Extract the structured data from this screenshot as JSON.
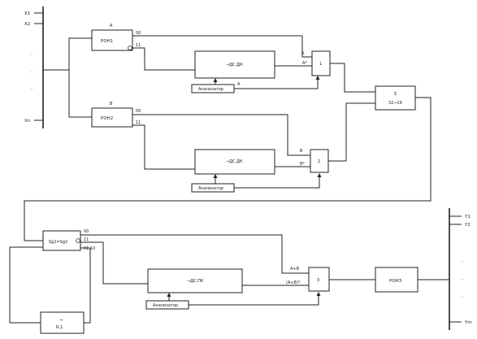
{
  "inputs": {
    "x1": "X1",
    "x2": "X2",
    "xn": "Xn",
    "dots": [
      "..",
      "..",
      ".."
    ]
  },
  "outputs": {
    "y1": "Y1",
    "y2": "Y2",
    "ym": "Ym",
    "dots": [
      "..",
      "..",
      ".."
    ]
  },
  "blocks": {
    "pon1": {
      "label": "РОН1",
      "top": "A"
    },
    "pon2": {
      "label": "РОН2",
      "top": "B"
    },
    "conv1": {
      "label": "→ДС,ДК"
    },
    "conv2": {
      "label": "→ДС,ДК"
    },
    "conv3": {
      "label": "→ДС,ПК"
    },
    "an1": {
      "label": "Анализатор"
    },
    "an2": {
      "label": "Анализатор"
    },
    "an3": {
      "label": "Анализатор"
    },
    "mux1": {
      "label": "1"
    },
    "mux2": {
      "label": "2"
    },
    "mux3": {
      "label": "3"
    },
    "sum": {
      "line1": "Σ",
      "line2": "32→16"
    },
    "sg": {
      "label": "Sg1=Sg2"
    },
    "shift": {
      "line1": "⇒",
      "line2": "R,1"
    },
    "pon3": {
      "label": "РОН3"
    }
  },
  "labels": {
    "pon1_00": "00",
    "pon1_11": "11",
    "pon2_00": "00",
    "pon2_11": "11",
    "mux1_a": "A",
    "mux1_a_star": "A*",
    "an1_a": "A",
    "mux2_b": "B",
    "mux2_b_star": "B*",
    "sg_00": "00",
    "sg_11": "11",
    "sg_0110": "01,10",
    "mux3_apb": "A+B",
    "mux3_apb_star": "(A+B)*"
  }
}
